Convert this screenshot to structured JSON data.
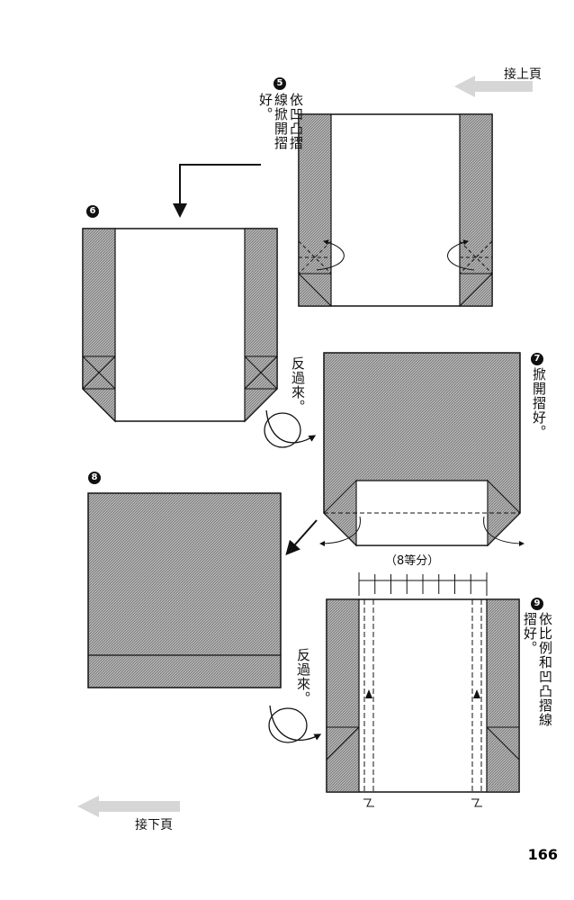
{
  "nav": {
    "prev_page": "接上頁",
    "next_page": "接下頁"
  },
  "steps": [
    {
      "num": "5",
      "text": "依凹凸摺線掀開摺好。"
    },
    {
      "num": "6",
      "text": ""
    },
    {
      "num": "7",
      "text": "掀開摺好。"
    },
    {
      "num": "8",
      "text": ""
    },
    {
      "num": "9",
      "text": "依比例和凹凸摺線摺好。"
    }
  ],
  "flip_labels": [
    "反過來。",
    "反過來。"
  ],
  "division_label": "（8等分）",
  "page_number": "166",
  "colors": {
    "line": "#111111",
    "hatch_fill": "#9a9a9a",
    "arrow_gray": "#cfcfcf"
  }
}
